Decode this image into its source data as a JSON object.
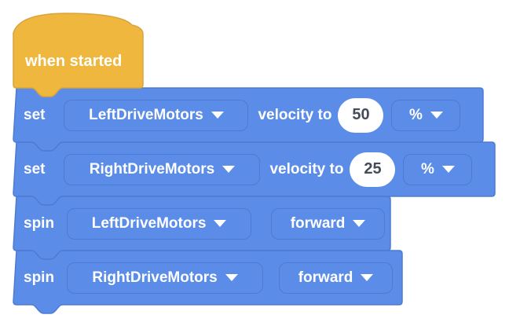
{
  "hat": {
    "label": "when started"
  },
  "blocks": [
    {
      "command": "set",
      "motor": "LeftDriveMotors",
      "param_label": "velocity to",
      "value": "50",
      "unit": "%"
    },
    {
      "command": "set",
      "motor": "RightDriveMotors",
      "param_label": "velocity to",
      "value": "25",
      "unit": "%"
    },
    {
      "command": "spin",
      "motor": "LeftDriveMotors",
      "direction": "forward"
    },
    {
      "command": "spin",
      "motor": "RightDriveMotors",
      "direction": "forward"
    }
  ],
  "colors": {
    "hat_fill": "#EFB73E",
    "hat_border": "#D9A43B",
    "block_fill": "#5B8DE8",
    "block_border": "#4C7BD1",
    "value_text": "#454B57",
    "label_text": "#FFFFFF",
    "canvas_bg": "#FFFFFF"
  }
}
